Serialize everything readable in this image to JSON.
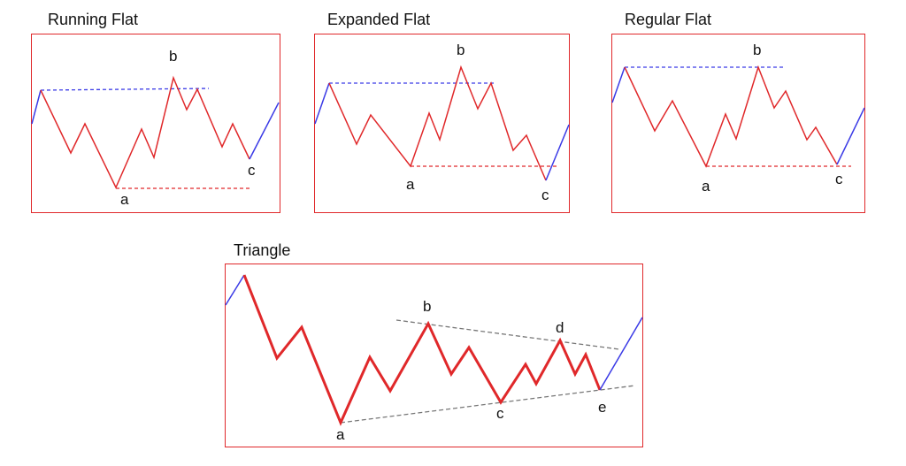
{
  "panels": {
    "running": {
      "title": "Running Flat",
      "labels": [
        "b",
        "a",
        "c"
      ]
    },
    "expanded": {
      "title": "Expanded Flat",
      "labels": [
        "b",
        "a",
        "c"
      ]
    },
    "regular": {
      "title": "Regular Flat",
      "labels": [
        "b",
        "a",
        "c"
      ]
    },
    "triangle": {
      "title": "Triangle",
      "labels": [
        "b",
        "d",
        "a",
        "c",
        "e"
      ]
    }
  },
  "colors": {
    "impulse_line": "#3a3ae6",
    "wave_line": "#e0282a",
    "border": "#e0282a",
    "trend_line": "#777777"
  }
}
